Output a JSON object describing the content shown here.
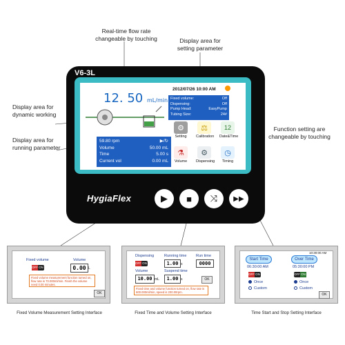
{
  "callouts": {
    "flow_rate": [
      "Real-time flow rate",
      "changeable by touching"
    ],
    "setting_param": [
      "Display area for",
      "setting parameter"
    ],
    "dynamic": [
      "Display area for",
      "dynamic working"
    ],
    "running_param": [
      "Display area for",
      "running parameter"
    ],
    "function": [
      "Function  setting are",
      "changeable by touching"
    ]
  },
  "device": {
    "model": "V6-3L",
    "brand": "HygiaFlex",
    "flow_value": "12. 50",
    "flow_unit": "mL/min",
    "datetime": "2012/07/26 10:00 AM",
    "setting": [
      {
        "label": "Fixed volume:",
        "value": "Off"
      },
      {
        "label": "Dispensing:",
        "value": "Off"
      },
      {
        "label": "Pump Head:",
        "value": "EasyPump"
      },
      {
        "label": "Tubing Size:",
        "value": "24#"
      }
    ],
    "running": {
      "speed": "59.80",
      "speed_unit": "rpm",
      "dir": "▶/↻",
      "rows": [
        {
          "label": "Volume",
          "value": "50.00",
          "unit": "mL"
        },
        {
          "label": "Time",
          "value": "5.00",
          "unit": "s"
        },
        {
          "label": "Current vol",
          "value": "0.00",
          "unit": "mL"
        }
      ]
    },
    "functions": [
      {
        "label": "Setting",
        "icon": "gear-icon",
        "color": "#9e9e9e"
      },
      {
        "label": "Calibration",
        "icon": "scale-icon",
        "color": "#f2c200"
      },
      {
        "label": "Date&Time",
        "icon": "calendar-icon",
        "color": "#2e7d32"
      },
      {
        "label": "Volume",
        "icon": "beaker-icon",
        "color": "#c62828"
      },
      {
        "label": "Dispensing",
        "icon": "dispense-icon",
        "color": "#455a64"
      },
      {
        "label": "Timing",
        "icon": "clock-icon",
        "color": "#1565c0"
      }
    ],
    "buttons": [
      {
        "name": "play-button",
        "glyph": "▶"
      },
      {
        "name": "stop-button",
        "glyph": "■"
      },
      {
        "name": "reverse-button",
        "glyph": "⤨"
      },
      {
        "name": "fast-forward-button",
        "glyph": "▶▶"
      }
    ]
  },
  "panels": {
    "fixed_volume": {
      "label_fixed": "Fixed volume",
      "label_volume": "Volume",
      "toggle_off": "OFF",
      "toggle_on": "ON",
      "value": "0.00",
      "unit": "L",
      "warning": "Fixed volume measurement function turned on, flow rate is 70.000ml/min. Finish the volume need 0.00 minutes.",
      "ok": "OK",
      "caption": "Fixed Volume Measurement Setting Interface"
    },
    "time_volume": {
      "dispensing": "Dispensing",
      "running_time": "Running time",
      "run_time": "Run time",
      "volume": "Volume",
      "suspend_time": "Suspend time",
      "toggle_off": "OFF",
      "toggle_on": "ON",
      "running_value": "1.00",
      "running_unit": "s",
      "run_value": "0000",
      "volume_value": "10.00",
      "volume_unit": "mL",
      "suspend_value": "1.00",
      "suspend_unit": "s",
      "warning": "Fixed time and volume function turned on, flow rate is 600.000ml/min, speed is 200.00rpm.",
      "ok": "OK",
      "caption": "Fixed Time and Volume Setting Interface"
    },
    "start_stop": {
      "clock": "10:30:00 AM",
      "start_label": "Start Time",
      "over_label": "Over Time",
      "start_value": "06:30:00 AM",
      "over_value": "05:30:00 PM",
      "toggle_off": "OFF",
      "toggle_on": "ON",
      "once": "Once",
      "custom": "Custom",
      "ok": "OK",
      "caption": "Time Start and Stop Setting Interface"
    }
  }
}
